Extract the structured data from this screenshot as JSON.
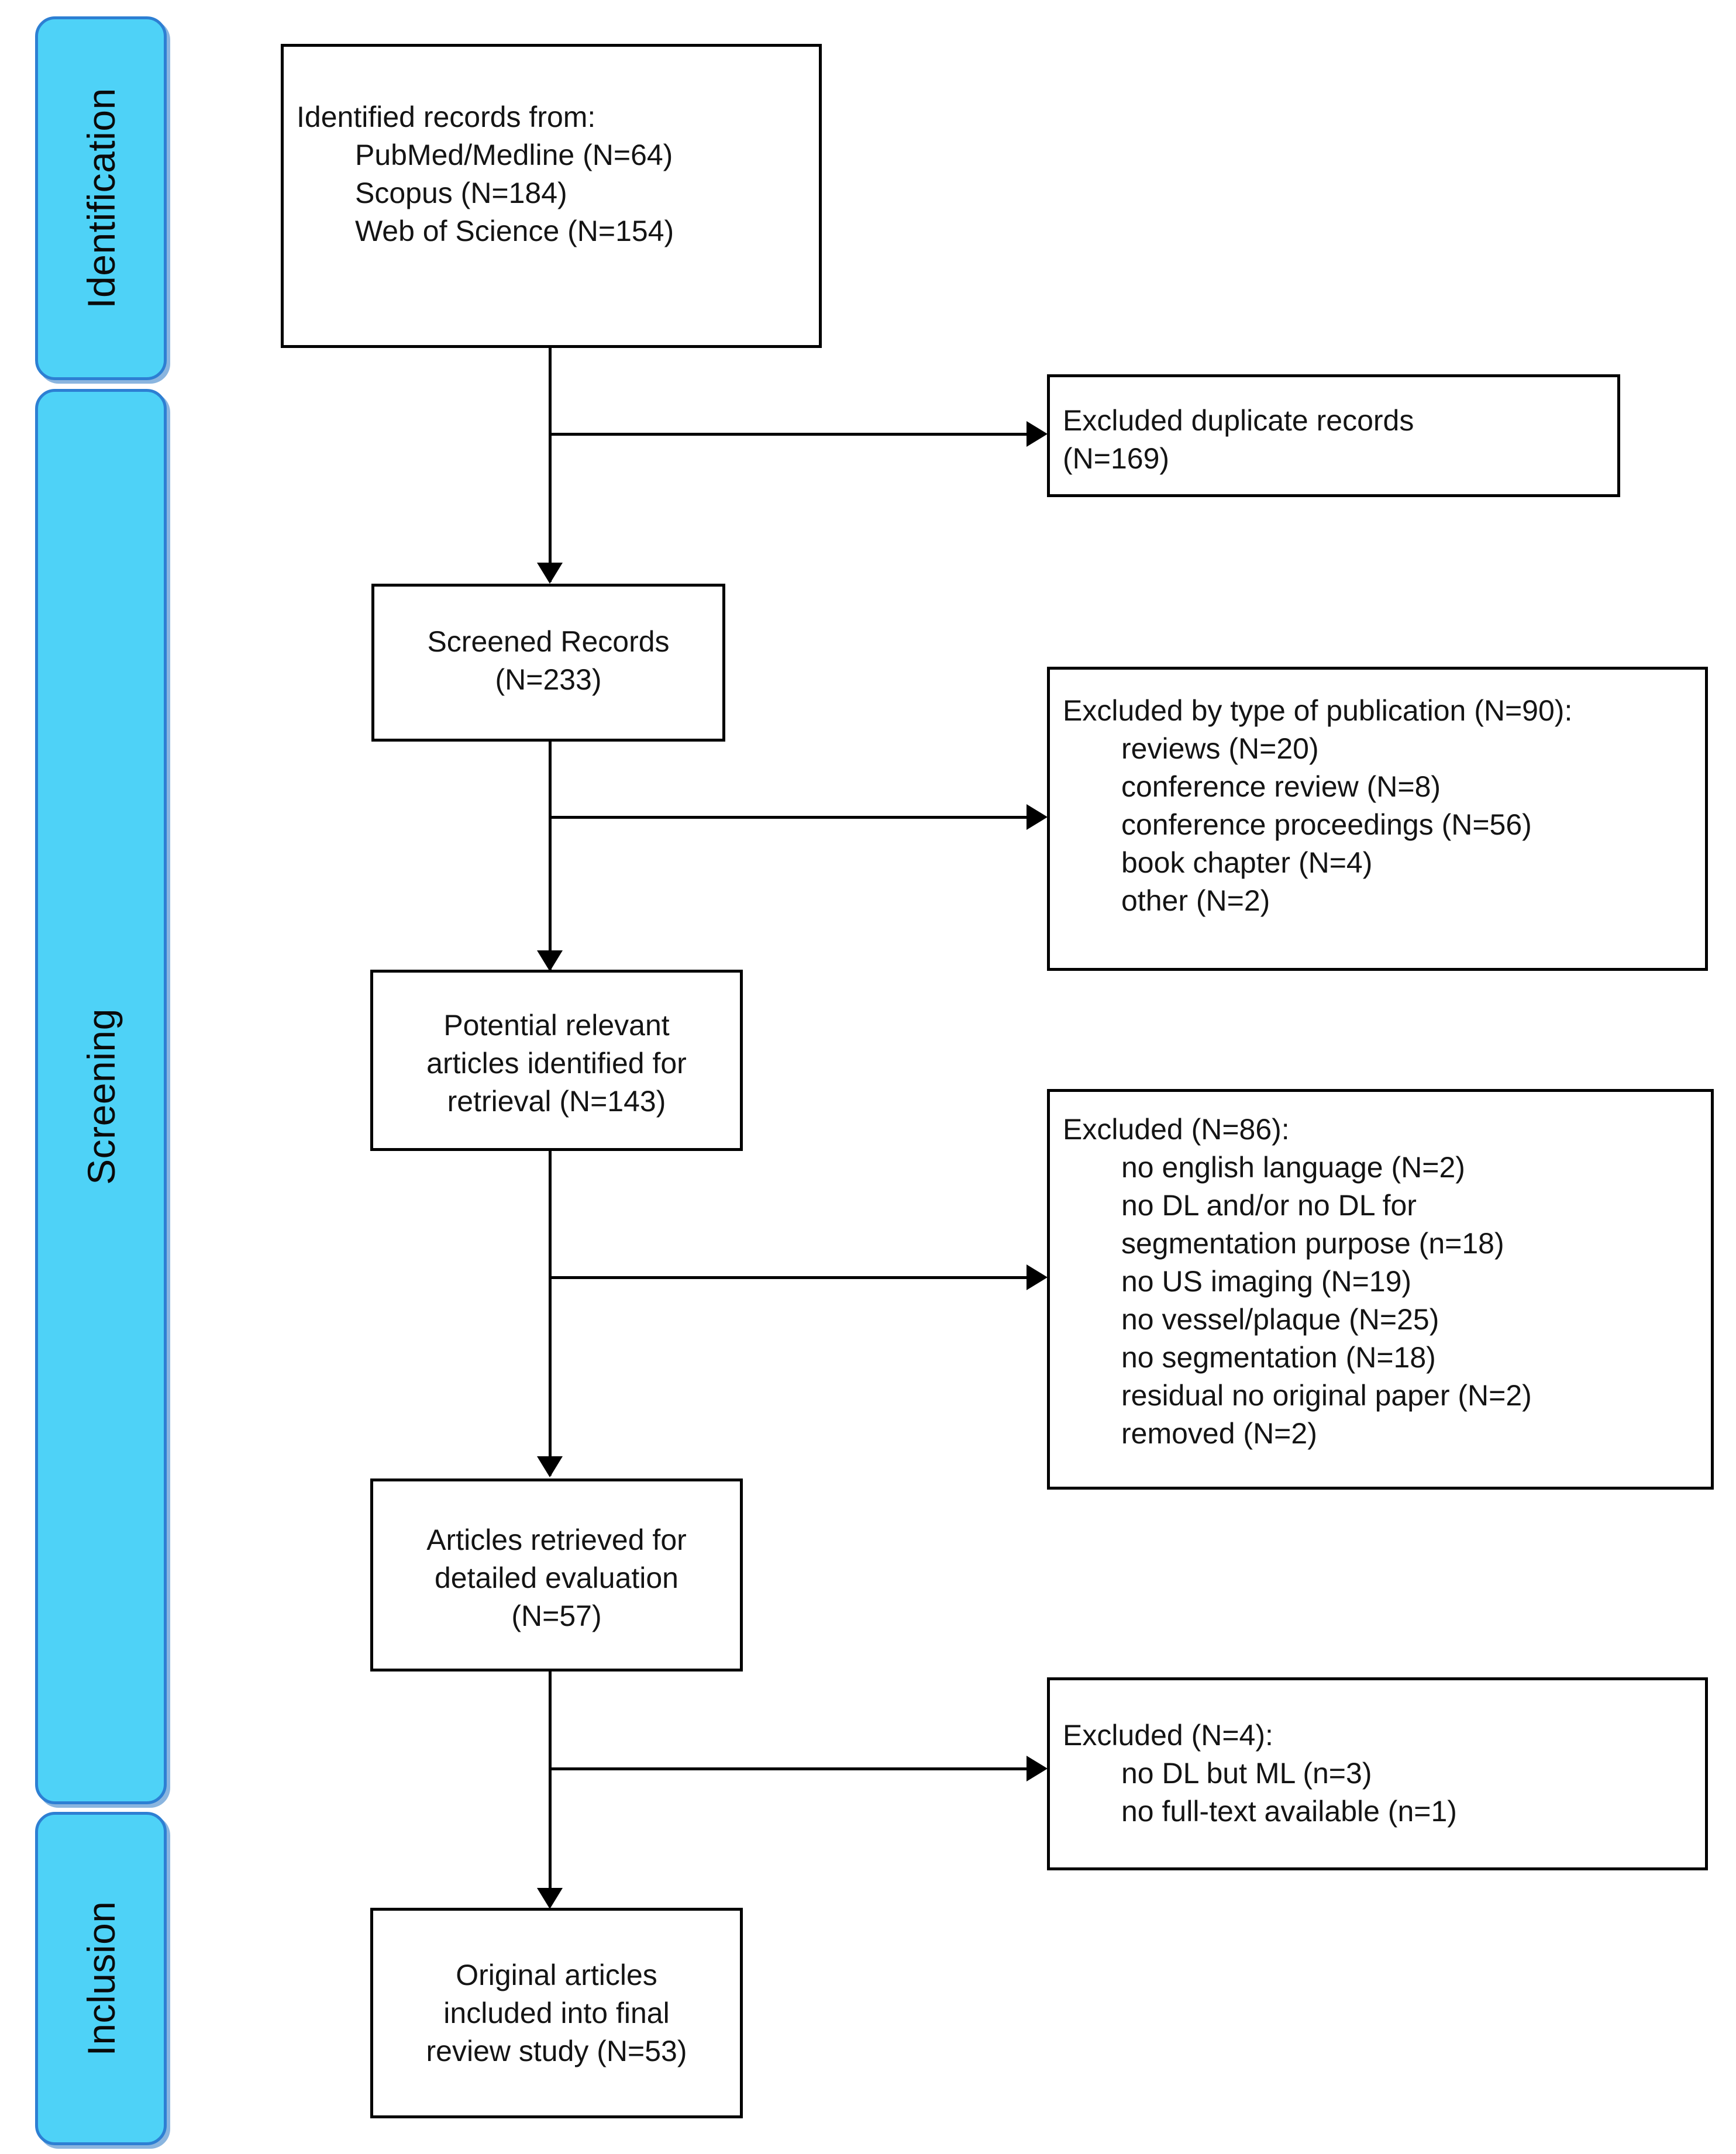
{
  "diagram": {
    "title": "PRISMA flow diagram",
    "accent_color": "#4ED2F7",
    "accent_border_color": "#2D7FD3",
    "box_border_color": "#000000",
    "text_color": "#141414"
  },
  "stages": [
    {
      "label": "Identification"
    },
    {
      "label": "Screening"
    },
    {
      "label": "Inclusion"
    }
  ],
  "flow_boxes": [
    {
      "name": "identified-records",
      "heading": "Identified records from:",
      "items": [
        "PubMed/Medline (N=64)",
        "Scopus (N=184)",
        "Web of Science (N=154)"
      ]
    },
    {
      "name": "screened-records",
      "line1": "Screened Records",
      "line2": "(N=233)"
    },
    {
      "name": "potential-relevant-articles",
      "line1": "Potential relevant",
      "line2": "articles identified for",
      "line3": "retrieval (N=143)"
    },
    {
      "name": "articles-retrieved",
      "line1": "Articles retrieved for",
      "line2": "detailed evaluation",
      "line3": "(N=57)"
    },
    {
      "name": "original-articles-included",
      "line1": "Original articles",
      "line2": "included into final",
      "line3": "review study (N=53)"
    }
  ],
  "exclusion_boxes": [
    {
      "name": "excluded-duplicates",
      "line1": "Excluded duplicate records",
      "line2": "(N=169)",
      "items": []
    },
    {
      "name": "excluded-by-publication-type",
      "heading": "Excluded by type of publication (N=90):",
      "items": [
        "reviews (N=20)",
        "conference review (N=8)",
        "conference proceedings (N=56)",
        "book chapter (N=4)",
        "other (N=2)"
      ]
    },
    {
      "name": "excluded-eligibility",
      "heading": "Excluded (N=86):",
      "items": [
        "no english language (N=2)",
        "no DL and/or no DL for",
        "segmentation purpose (n=18)",
        "no US imaging (N=19)",
        "no vessel/plaque (N=25)",
        "no segmentation (N=18)",
        "residual no original paper (N=2)",
        "removed (N=2)"
      ]
    },
    {
      "name": "excluded-full-text",
      "heading": "Excluded (N=4):",
      "items": [
        "no DL but ML (n=3)",
        "no full-text available (n=1)"
      ]
    }
  ]
}
